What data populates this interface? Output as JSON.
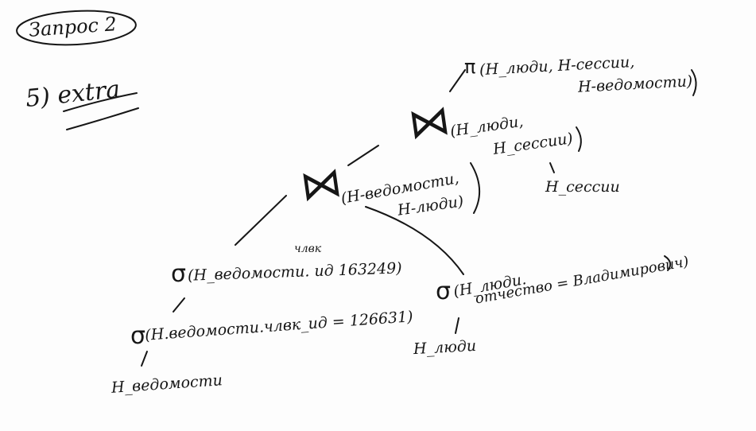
{
  "header": {
    "title": "Запрос 2",
    "item": "5) extra"
  },
  "tree": {
    "projection": {
      "symbol": "π",
      "args_line1": "(H_люди, H-сессии,",
      "args_line2": "H-ведомости)"
    },
    "join_top": {
      "symbol": "⋈",
      "args_line1": "(H_люди,",
      "args_line2": "H_сессии)"
    },
    "leaf_sessions": "H_сессии",
    "join_left": {
      "symbol": "⋈",
      "args_line1": "(H-ведомости,",
      "args_line2": "H-люди)"
    },
    "select_upper": {
      "symbol": "σ",
      "text": "(H_ведомости. ид  163249)",
      "superscript": "члвк"
    },
    "select_lower": {
      "symbol": "σ",
      "text": "(H.ведомости.члвк_ид = 126631)"
    },
    "leaf_vedomosti": "H_ведомости",
    "select_people": {
      "symbol": "σ",
      "line1": "(H_люди.",
      "line2": "отчество = Владимирович)"
    },
    "leaf_people": "H_люди"
  }
}
